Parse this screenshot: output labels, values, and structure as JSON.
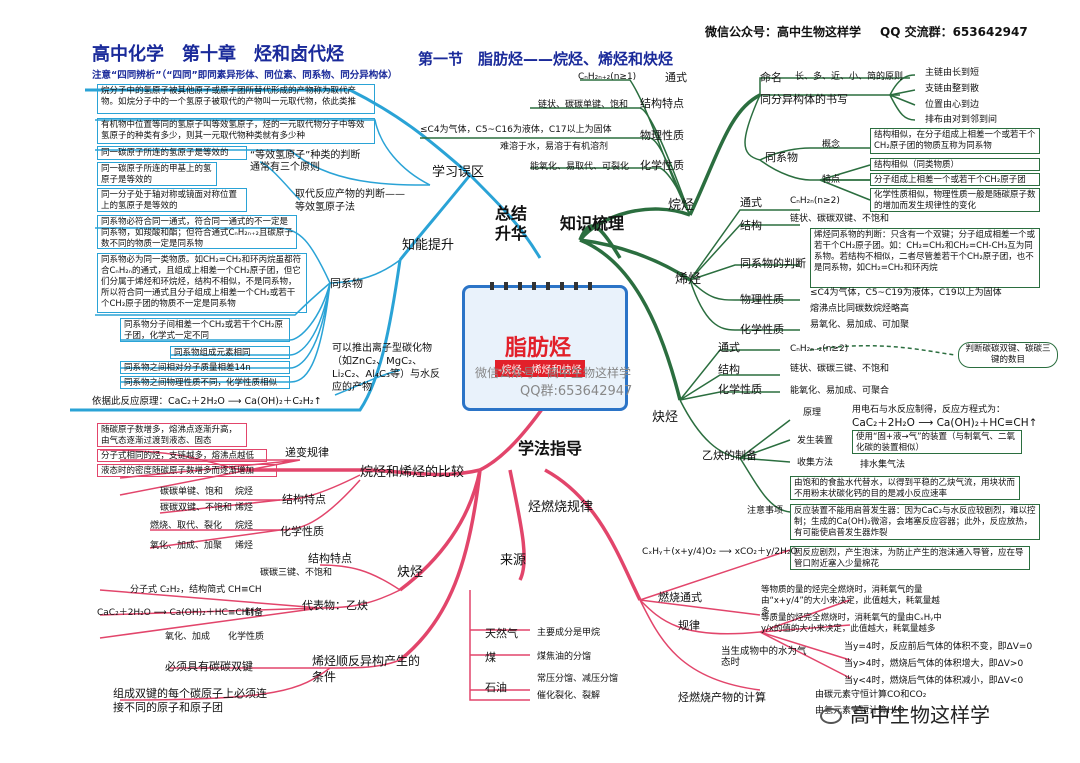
{
  "header": {
    "wechat": "微信公众号：高中生物这样学",
    "qq": "QQ 交流群：653642947",
    "title": "高中化学　第十章　烃和卤代烃",
    "section": "第一节　脂肪烃——烷烃、烯烃和炔烃"
  },
  "center": {
    "label": "脂肪烃",
    "sublabel": "-烷烃、烯烃和炔烃",
    "watermark1": "微信公众号：高中生物这样学",
    "watermark2": "QQ群:653642947"
  },
  "main": {
    "summary": "总结升华",
    "summary_a": "总结",
    "summary_b": "升华",
    "knowledge": "知识梳理",
    "method": "学法指导"
  },
  "left_top": {
    "note": "注意“四同辨析”（“四同”即同素异形体、同位素、同系物、同分异构体）",
    "mistake": "学习误区",
    "ability": "知能提升",
    "sub_reaction": "取代反应产物的判断——等效氢原子法",
    "box1": "烷分子中的氢原子被其他原子或原子团所替代形成的产物称为取代产物。如烷分子中的一个氢原子被取代的产物叫一元取代物，依此类推",
    "box2": "有机物中位置等同的氢原子叫等效氢原子，烃的一元取代物分子中等效氢原子的种类有多少，则其一元取代物种类就有多少种",
    "equiv_title": "“等效氢原子”种类的判断通常有三个原则",
    "eq1": "同一碳原子所连的氢原子是等效的",
    "eq2": "同一碳原子所连的甲基上的氢原子是等效的",
    "eq3": "同一分子处于轴对称或镜面对称位置上的氢原子是等效的",
    "homolog": "同系物",
    "hbox1": "同系物必符合同一通式，符合同一通式的不一定是同系物，如羧酸和酯；但符合通式CₙH₂ₙ₊₂且碳原子数不同的物质一定是同系物",
    "hbox2": "同系物必为同一类物质。如CH₂=CH₂和环丙烷虽都符合CₙH₂ₙ的通式，且组成上相差一个CH₂原子团，但它们分属于烯烃和环烷烃，结构不相似，不是同系物，所以符合同一通式且分子组成上相差一个CH₂或若干个CH₂原子团的物质不一定是同系物",
    "hs1": "同系物分子间相差一个CH₂或若干个CH₂原子团，化学式一定不同",
    "hs2": "同系物组成元素相同",
    "hs3": "同系物之间相对分子质量相差14n",
    "hs4": "同系物之间物理性质不同，化学性质相似",
    "hydrolysis": "可以推出离子型碳化物（如ZnC₂、MgC₂、Li₂C₂、Al₄C₃等）与水反应的产物",
    "basis": "依据此反应原理：CaC₂＋2H₂O ⟶ Ca(OH)₂＋C₂H₂↑"
  },
  "alkane": {
    "label": "烷烃",
    "formula_label": "通式",
    "formula": "CₙH₂ₙ₊₂(n≥1)",
    "structure_label": "结构特点",
    "structure": "链状、碳碳单键、饱和",
    "physical_label": "物理性质",
    "physical1": "≤C4为气体，C5~C16为液体，C17以上为固体",
    "physical2": "难溶于水，易溶于有机溶剂",
    "chemical_label": "化学性质",
    "chemical": "能氧化、易取代、可裂化",
    "naming_label": "命名",
    "naming": "长、多、近、小、简的原则",
    "isomer_label": "同分异构体的书写",
    "isomer": [
      "主链由长到短",
      "支链由整到散",
      "位置由心到边",
      "排布由对到邻到间"
    ],
    "homolog_label": "同系物",
    "concept_label": "概念",
    "concept": "结构相似，在分子组成上相差一个或若干个CH₂原子团的物质互称为同系物",
    "feature_label": "特点",
    "feature": [
      "结构相似（同类物质）",
      "分子组成上相差一个或若干个CH₂原子团",
      "化学性质相似，物理性质一般是随碳原子数的增加而发生规律性的变化"
    ]
  },
  "alkene": {
    "label": "烯烃",
    "formula_label": "通式",
    "formula": "CₙH₂ₙ(n≥2)",
    "structure_label": "结构",
    "structure": "链状、碳碳双键、不饱和",
    "homolog_label": "同系物的判断",
    "homolog": "烯烃同系物的判断：只含有一个双键；分子组成相差一个或若干个CH₂原子团。如：CH₂=CH₂和CH₂=CH-CH₃互为同系物。若结构不相似，二者尽管差若干个CH₂原子团，也不是同系物，如CH₂=CH₂和环丙烷",
    "physical_label": "物理性质",
    "physical1": "≤C4为气体，C5~C19为液体，C19以上为固体",
    "physical2": "熔沸点比同碳数烷烃略高",
    "chemical_label": "化学性质",
    "chemical": "易氧化、易加成、可加聚",
    "judge": "判断碳碳双键、碳碳三键的数目"
  },
  "alkyne": {
    "label": "炔烃",
    "formula_label": "通式",
    "formula": "CₙH₂ₙ₋₂(n≥2)",
    "structure_label": "结构",
    "structure": "链状、碳碳三键、不饱和",
    "chemical_label": "化学性质",
    "chemical": "能氧化、易加成、可聚合",
    "prep_label": "乙炔的制备",
    "principle_label": "原理",
    "principle": "用电石与水反应制得，反应方程式为：",
    "principle_eq": "CaC₂＋2H₂O ⟶ Ca(OH)₂＋HC≡CH↑",
    "device_label": "发生装置",
    "device": "使用“固+液→气”的装置（与制氧气、二氧化碳的装置相似）",
    "collect_label": "收集方法",
    "collect": "排水集气法",
    "note_label": "注意事项",
    "notes": [
      "由饱和的食盐水代替水，以得到平稳的乙炔气流，用块状而不用粉末状碳化钙的目的是减小反应速率",
      "反应装置不能用启普发生器：因为CaC₂与水反应较剧烈，难以控制；生成的Ca(OH)₂微溶，会堵塞反应容器；此外，反应放热，有可能使启普发生器炸裂",
      "因反应剧烈，产生泡沫，为防止产生的泡沫通入导管，应在导管口附近塞入少量棉花"
    ]
  },
  "method": {
    "compare": "烷烃和烯烃的比较",
    "trend_label": "递变规律",
    "trends": [
      "随碳原子数增多，熔沸点逐渐升高，由气态逐渐过渡到液态、固态",
      "分子式相同的烃，支链越多，熔沸点越低",
      "液态时的密度随碳原子数增多而逐渐增加"
    ],
    "struct_label": "结构特点",
    "struct": [
      [
        "碳碳单键、饱和",
        "烷烃"
      ],
      [
        "碳碳双键、不饱和",
        "烯烃"
      ]
    ],
    "chem_label": "化学性质",
    "chem": [
      [
        "燃烧、取代、裂化",
        "烷烃"
      ],
      [
        "氧化、加成、加聚",
        "烯烃"
      ]
    ],
    "alkyne_label": "炔烃",
    "alkyne_struct_label": "结构特点",
    "alkyne_struct": "碳碳三键、不饱和",
    "rep_label": "代表物：乙炔",
    "rep_formula": "分子式 C₂H₂，结构简式 CH≡CH",
    "rep_prep_eq": "CaC₂＋2H₂O ⟶ Ca(OH)₂＋HC≡CH↑",
    "rep_prep_label": "制备",
    "rep_chem": "氧化、加成",
    "rep_chem_label": "化学性质",
    "cis_label": "烯烃顺反异构产生的条件",
    "cis1": "必须具有碳碳双键",
    "cis2": "组成双键的每个碳原子上必须连接不同的原子和原子团",
    "source_label": "来源",
    "gas_label": "天然气",
    "gas": "主要成分是甲烷",
    "coal_label": "煤",
    "coal": "煤焦油的分馏",
    "oil_label": "石油",
    "oil1": "常压分馏、减压分馏",
    "oil2": "催化裂化、裂解",
    "combustion_label": "烃燃烧规律",
    "comb_formula_label": "燃烧通式",
    "comb_formula": "CₓHᵧ＋(x+y/4)O₂ ⟶ xCO₂＋y/2H₂O",
    "rule_label": "规律",
    "rule1": "等物质的量的烃完全燃烧时，消耗氧气的量由“x+y/4”的大小来决定，此值越大，耗氧量越多",
    "rule2": "等质量的烃完全燃烧时，消耗氧气的量由CₓHᵧ中y/x的值的大小来决定，此值越大，耗氧量越多",
    "water_label": "当生成物中的水为气态时",
    "water": [
      "当y=4时，反应前后气体的体积不变，即ΔV=0",
      "当y>4时，燃烧后气体的体积增大，即ΔV>0",
      "当y<4时，燃烧后气体的体积减小，即ΔV<0"
    ],
    "calc_label": "烃燃烧产物的计算",
    "calc1": "由碳元素守恒计算CO和CO₂",
    "calc2": "由氢元素守恒计算H₂O"
  },
  "footer": {
    "brand": "高中生物这样学"
  },
  "colors": {
    "blue": "#2aa3d6",
    "green": "#2b6e3f",
    "pink": "#e2456b",
    "accent": "#1a2a9a"
  }
}
